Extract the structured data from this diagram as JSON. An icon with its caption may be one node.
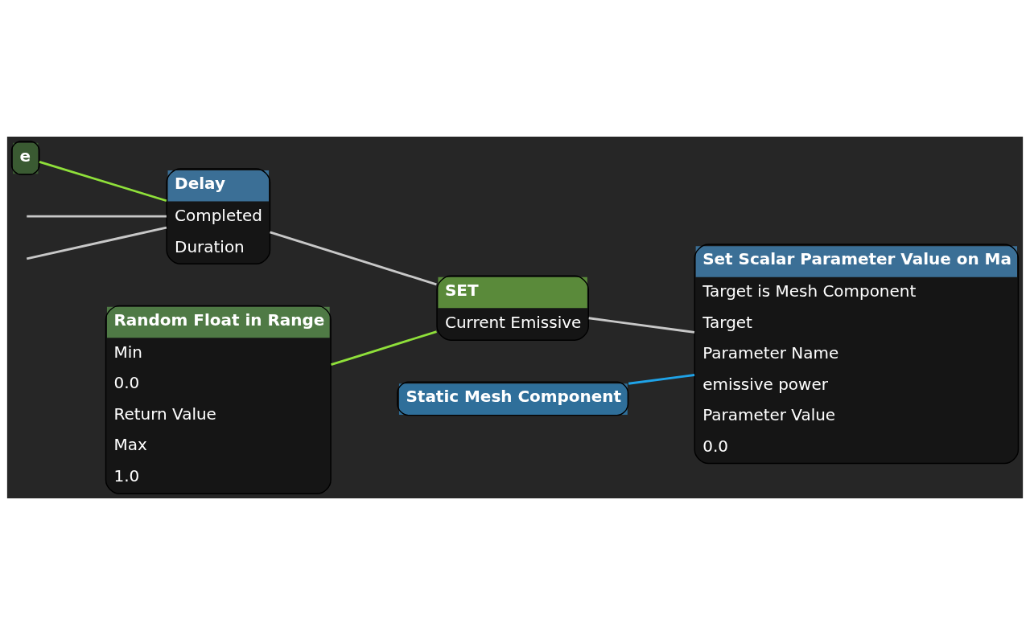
{
  "diagram": {
    "nodes": [
      {
        "text": [
          "e"
        ]
      },
      {
        "text": [
          "Delay",
          "Completed",
          "Duration"
        ]
      },
      {
        "text": [
          "Random Float in Range",
          "Min",
          "0.0",
          "Return Value",
          "Max",
          "1.0"
        ]
      },
      {
        "text": [
          "SET",
          "Current Emissive"
        ]
      },
      {
        "text": [
          "Static Mesh Component"
        ]
      },
      {
        "text": [
          "Set Scalar Parameter Value on Ma",
          "Target is Mesh Component",
          "Target",
          "Parameter Name",
          "emissive power",
          "Parameter Value",
          "0.0"
        ]
      }
    ],
    "edges": [
      {
        "from": null,
        "to": 1,
        "arrow": "none"
      },
      {
        "from": null,
        "to": 1,
        "arrow": "none"
      },
      {
        "from": 0,
        "to": 1,
        "arrow": "none",
        "color": "#8fe03a"
      },
      {
        "from": 1,
        "to": 3,
        "arrow": "none"
      },
      {
        "from": 2,
        "to": 3,
        "arrow": "none",
        "color": "#8fe03a"
      },
      {
        "from": 3,
        "to": 5,
        "arrow": "none"
      },
      {
        "from": 4,
        "to": 5,
        "arrow": "none",
        "color": "#1fa3e8"
      }
    ]
  }
}
